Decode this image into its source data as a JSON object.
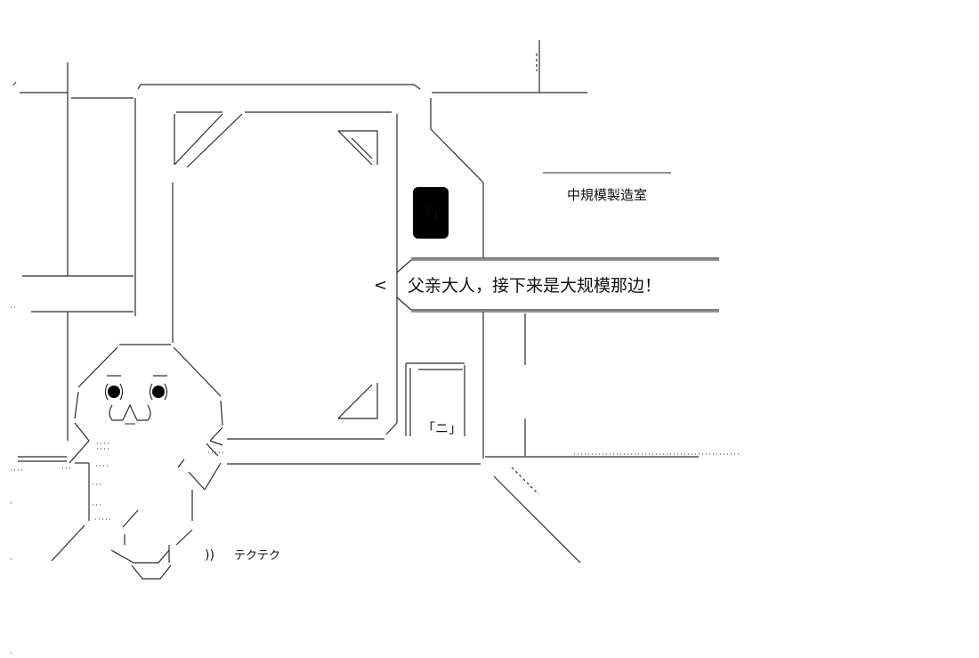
{
  "sign": {
    "text": "中規模製造室"
  },
  "speech": {
    "pointer": "<",
    "text": "父亲大人，接下来是大规模那边！"
  },
  "door_marks": {
    "upper": "「」",
    "lower": "「ニ」"
  },
  "sfx": {
    "parens": "))",
    "text": "テクテク"
  },
  "colors": {
    "ink": "#2a2a2a",
    "background": "#ffffff"
  }
}
